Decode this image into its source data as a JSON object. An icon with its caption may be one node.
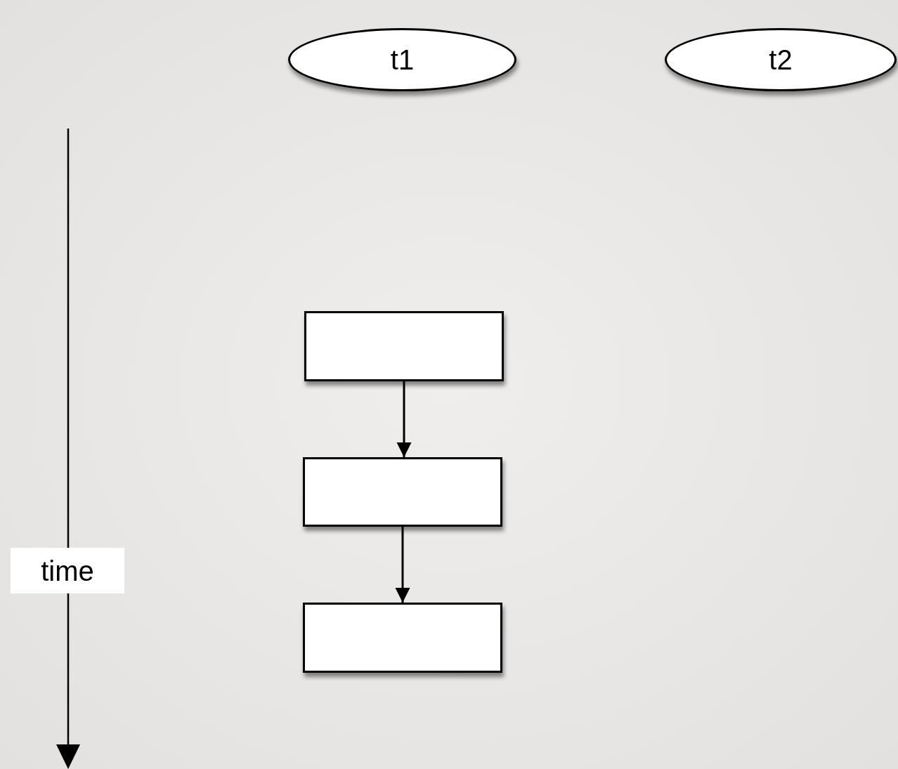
{
  "diagram": {
    "nodes": [
      {
        "text": [
          "t1"
        ]
      },
      {
        "text": [
          "t2"
        ]
      },
      {
        "text": [],
        "shape": "box"
      },
      {
        "text": [],
        "shape": "box"
      },
      {
        "text": [],
        "shape": "box"
      }
    ],
    "edges": [
      {
        "from": 2,
        "to": 3,
        "arrow": "to"
      },
      {
        "from": 3,
        "to": 4,
        "arrow": "to"
      }
    ],
    "labels": [
      "time"
    ]
  }
}
